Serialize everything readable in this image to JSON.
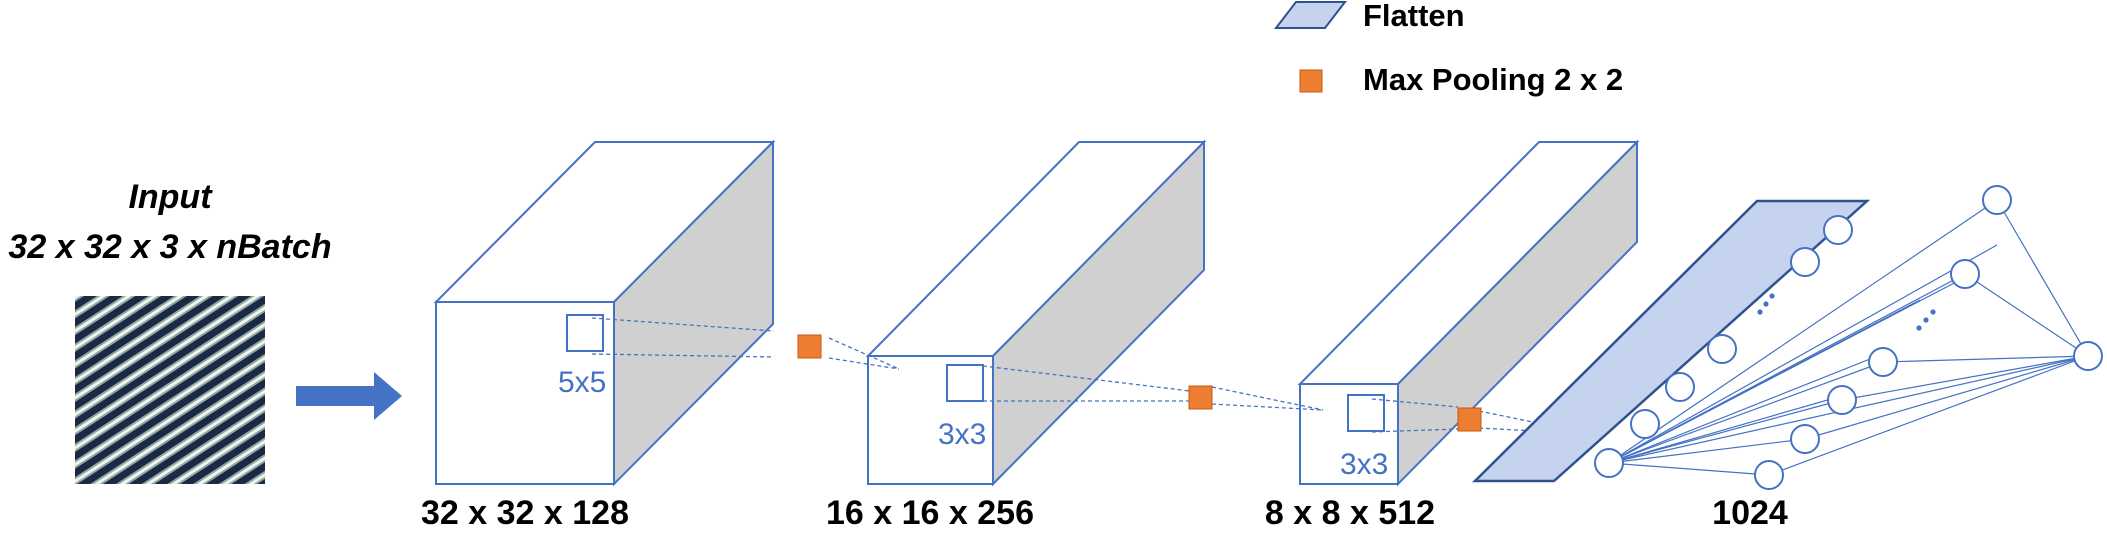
{
  "legend": {
    "flatten_label": "Flatten",
    "maxpool_label": "Max Pooling 2 x 2"
  },
  "input": {
    "title_line1": "Input",
    "title_line2": "32 x 32 x 3 x nBatch"
  },
  "layers": [
    {
      "dims": "32 x 32 x 128",
      "kernel": "5x5"
    },
    {
      "dims": "16 x 16 x 256",
      "kernel": "3x3"
    },
    {
      "dims": "8 x 8 x 512",
      "kernel": "3x3"
    },
    {
      "dims": "1024"
    }
  ],
  "colors": {
    "outline": "#4472C4",
    "side_face": "#D0D0D0",
    "flatten_fill": "#C5D3EE",
    "pool": "#ED7D31",
    "arrow": "#4472C4",
    "stripe_dark": "#1B2A44",
    "stripe_light": "#8FA9A0",
    "stripe_white": "#F2F4F3"
  }
}
